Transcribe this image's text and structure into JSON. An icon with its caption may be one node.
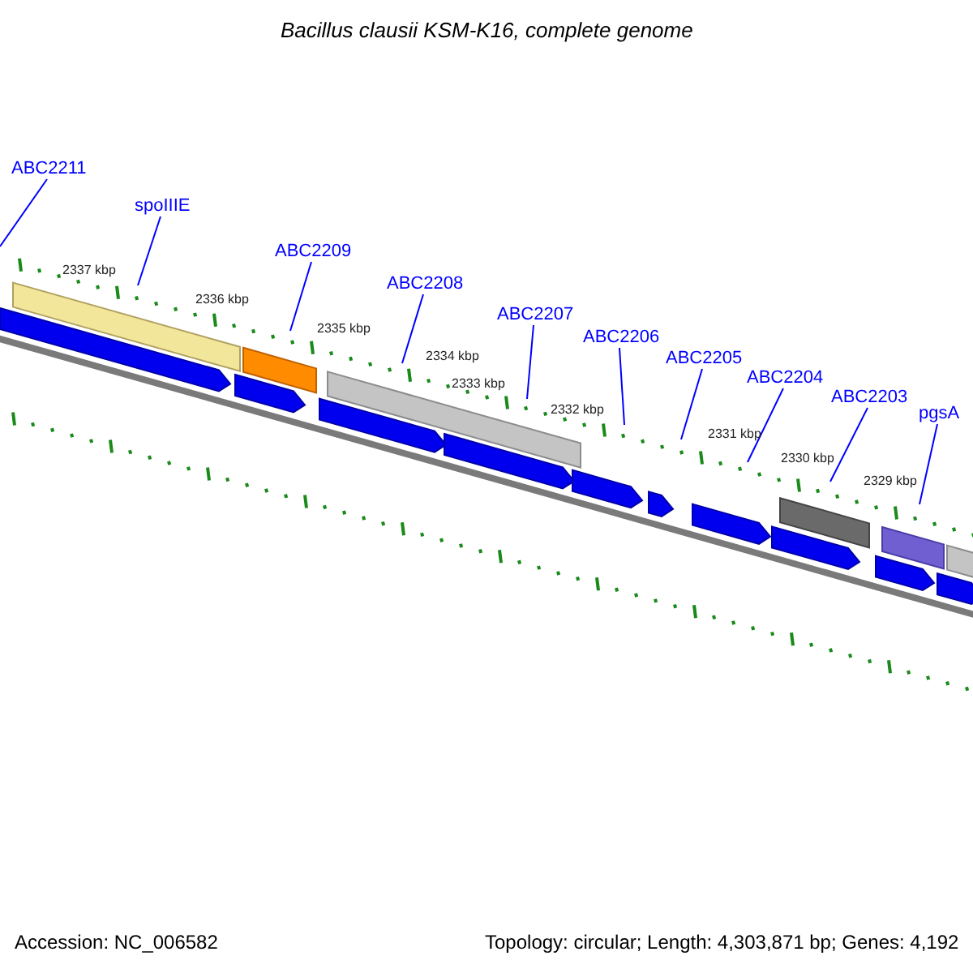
{
  "diagram": {
    "title": "Bacillus clausii KSM-K16, complete genome",
    "nodes": [
      {
        "text": [
          "ABC2211"
        ]
      },
      {
        "text": [
          "spoIIIE"
        ]
      },
      {
        "text": [
          "ABC2209"
        ]
      },
      {
        "text": [
          "ABC2208"
        ]
      },
      {
        "text": [
          "ABC2207"
        ]
      },
      {
        "text": [
          "ABC2206"
        ]
      },
      {
        "text": [
          "ABC2205"
        ]
      },
      {
        "text": [
          "ABC2204"
        ]
      },
      {
        "text": [
          "ABC2203"
        ]
      },
      {
        "text": [
          "pgsA"
        ]
      }
    ],
    "edges": [
      {
        "from": 0,
        "to": null,
        "arrow": "none"
      },
      {
        "from": 1,
        "to": null,
        "arrow": "none"
      },
      {
        "from": 2,
        "to": null,
        "arrow": "none"
      },
      {
        "from": 3,
        "to": null,
        "arrow": "none"
      },
      {
        "from": 4,
        "to": null,
        "arrow": "none"
      },
      {
        "from": 5,
        "to": null,
        "arrow": "none"
      },
      {
        "from": 6,
        "to": null,
        "arrow": "none"
      },
      {
        "from": 7,
        "to": null,
        "arrow": "none"
      },
      {
        "from": 8,
        "to": null,
        "arrow": "none"
      },
      {
        "from": 9,
        "to": null,
        "arrow": "none"
      }
    ],
    "labels": [
      "2337 kbp",
      "2336 kbp",
      "2335 kbp",
      "2334 kbp",
      "2333 kbp",
      "2332 kbp",
      "2331 kbp",
      "2330 kbp",
      "2329 kbp",
      "Accession: NC_006582",
      "Topology: circular; Length: 4,303,871 bp; Genes: 4,192"
    ]
  }
}
